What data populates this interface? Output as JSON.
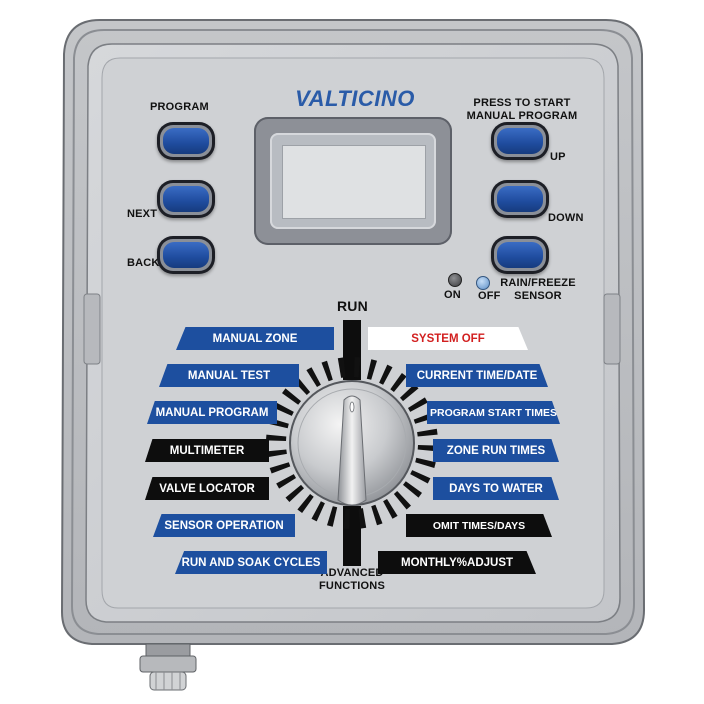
{
  "brand": "VALTICINO",
  "left_buttons": {
    "program_label": "PROGRAM",
    "next_label": "NEXT",
    "back_label": "BACK"
  },
  "right_buttons": {
    "manual_start_label_line1": "PRESS TO START",
    "manual_start_label_line2": "MANUAL PROGRAM",
    "up_label": "UP",
    "down_label": "DOWN"
  },
  "sensor": {
    "on_label": "ON",
    "off_label": "OFF",
    "label_line1": "RAIN/FREEZE",
    "label_line2": "SENSOR"
  },
  "dial": {
    "top_label": "RUN",
    "bottom_label_line1": "ADVANCED",
    "bottom_label_line2": "FUNCTIONS"
  },
  "left_functions": [
    "MANUAL ZONE",
    "MANUAL TEST",
    "MANUAL PROGRAM",
    "MULTIMETER",
    "VALVE LOCATOR",
    "SENSOR OPERATION",
    "RUN AND SOAK CYCLES"
  ],
  "right_functions": [
    "SYSTEM OFF",
    "CURRENT TIME/DATE",
    "PROGRAM START TIMES",
    "ZONE RUN TIMES",
    "DAYS TO WATER",
    "OMIT TIMES/DAYS",
    "MONTHLY%ADJUST"
  ],
  "colors": {
    "accent_blue": "#1d4f9f",
    "brand_blue": "#2a5ba8",
    "system_off_red": "#d21f1f",
    "housing_gray": "#c9cbce"
  }
}
